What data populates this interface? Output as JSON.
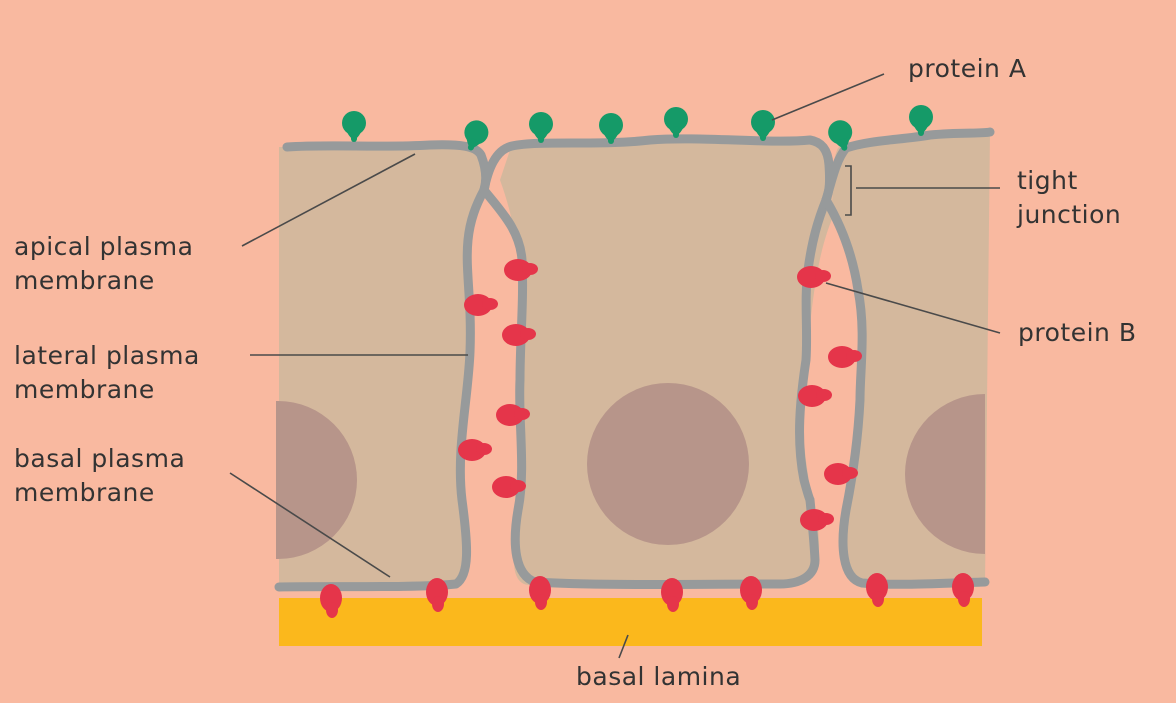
{
  "labels": {
    "protein_a": "protein A",
    "protein_b": "protein B",
    "tight_junction": [
      "tight",
      "junction"
    ],
    "apical": [
      "apical plasma",
      "membrane"
    ],
    "lateral": [
      "lateral plasma",
      "membrane"
    ],
    "basal": [
      "basal plasma",
      "membrane"
    ],
    "basal_lamina": "basal lamina"
  },
  "colors": {
    "background": "#f9b9a0",
    "cytoplasm": "#d4b89d",
    "membrane": "#979a9b",
    "nucleus": "#b7958a",
    "protein_a": "#159a68",
    "protein_b": "#e5354a",
    "basal_lamina": "#fbb81c",
    "leader_line": "#4a4a4a"
  }
}
